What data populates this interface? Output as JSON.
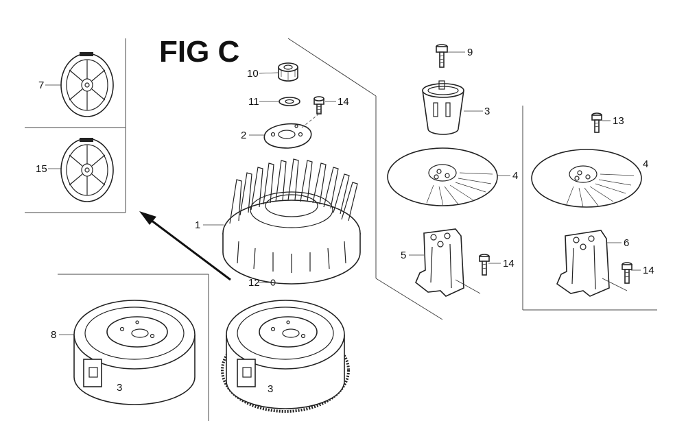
{
  "figure": {
    "title": "FIG C"
  },
  "callouts": [
    {
      "id": "p1",
      "label": "1"
    },
    {
      "id": "p2",
      "label": "2"
    },
    {
      "id": "p3",
      "label": "3"
    },
    {
      "id": "p4a",
      "label": "4"
    },
    {
      "id": "p4b",
      "label": "4"
    },
    {
      "id": "p5",
      "label": "5"
    },
    {
      "id": "p6",
      "label": "6"
    },
    {
      "id": "p7",
      "label": "7"
    },
    {
      "id": "p8",
      "label": "8"
    },
    {
      "id": "p9",
      "label": "9"
    },
    {
      "id": "p10",
      "label": "10"
    },
    {
      "id": "p11",
      "label": "11"
    },
    {
      "id": "p12",
      "label": "12"
    },
    {
      "id": "p13",
      "label": "13"
    },
    {
      "id": "p14a",
      "label": "14"
    },
    {
      "id": "p14b",
      "label": "14"
    },
    {
      "id": "p14c",
      "label": "14"
    },
    {
      "id": "p15",
      "label": "15"
    }
  ]
}
